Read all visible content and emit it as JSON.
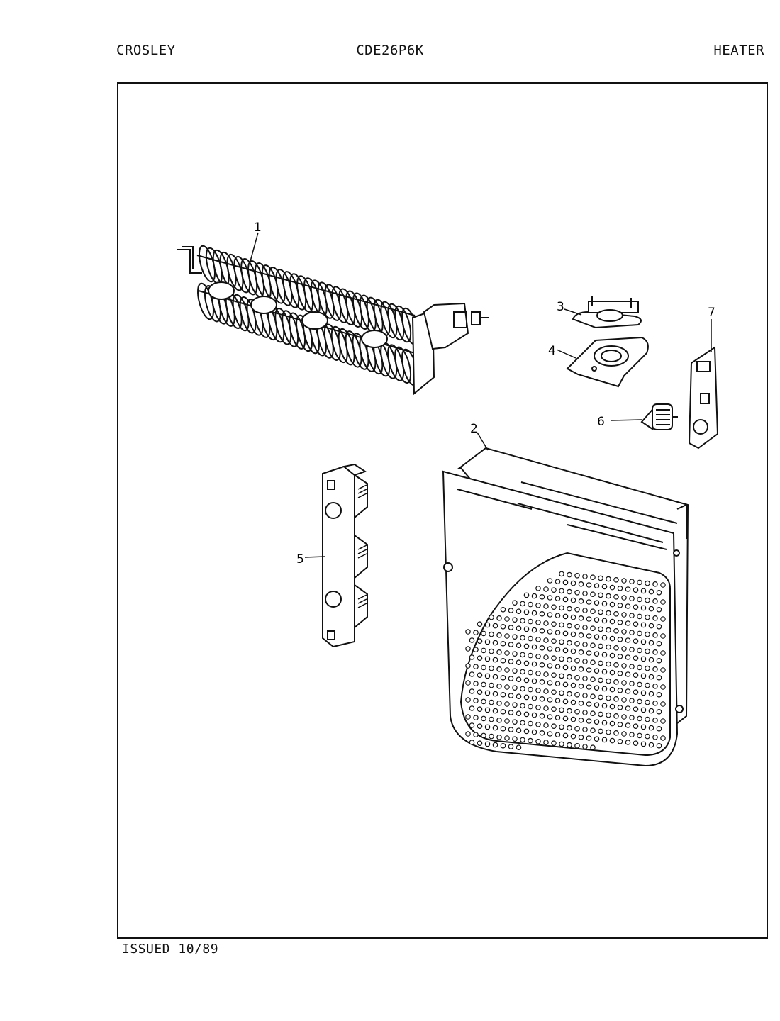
{
  "header": {
    "brand": "CROSLEY",
    "model": "CDE26P6K",
    "section": "HEATER"
  },
  "footer": {
    "issued": "ISSUED 10/89"
  },
  "parts": [
    {
      "number": "1",
      "icon": "heater-coil-element"
    },
    {
      "number": "2",
      "icon": "heater-housing-perforated"
    },
    {
      "number": "3",
      "icon": "thermostat-bracket"
    },
    {
      "number": "4",
      "icon": "mounting-plate"
    },
    {
      "number": "5",
      "icon": "terminal-block"
    },
    {
      "number": "6",
      "icon": "thermostat-disc"
    },
    {
      "number": "7",
      "icon": "bracket-plate"
    }
  ]
}
